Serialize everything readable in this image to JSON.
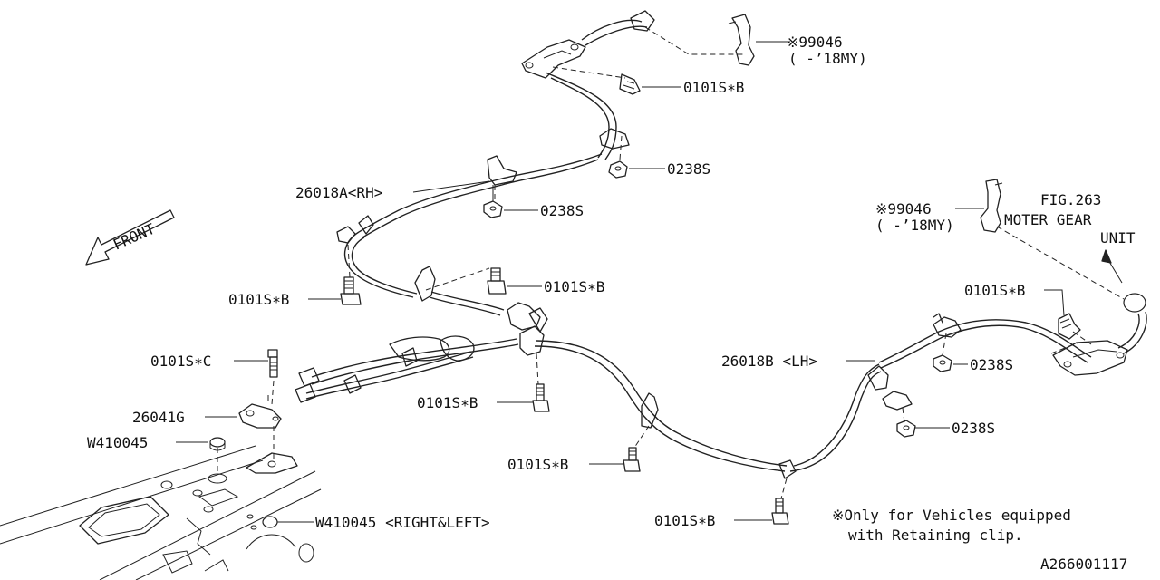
{
  "labels": {
    "clip_top": "※99046",
    "clip_top_note": "( -’18MY)",
    "bolt_top": "0101S∗B",
    "nut_mid_top": "0238S",
    "cable_rh": "26018A<RH>",
    "nut_rh": "0238S",
    "bolt_rh_left": "0101S∗B",
    "bolt_rh_mid": "0101S∗B",
    "bolt_c": "0101S∗C",
    "bracket": "26041G",
    "plug_left": "W410045",
    "plug_rl": "W410045 <RIGHT&LEFT>",
    "bolt_center": "0101S∗B",
    "bolt_lower_left": "0101S∗B",
    "bolt_bottom": "0101S∗B",
    "cable_lh": "26018B <LH>",
    "nut_lh_1": "0238S",
    "nut_lh_2": "0238S",
    "bolt_lh": "0101S∗B",
    "clip_right": "※99046",
    "clip_right_note": "( -’18MY)",
    "fig_ref_1": "FIG.263",
    "fig_ref_2": "MOTER GEAR",
    "fig_ref_3": "UNIT",
    "front": "FRONT",
    "note_1": "※Only for Vehicles equipped",
    "note_2": "with Retaining clip.",
    "diagram_id": "A266001117"
  }
}
